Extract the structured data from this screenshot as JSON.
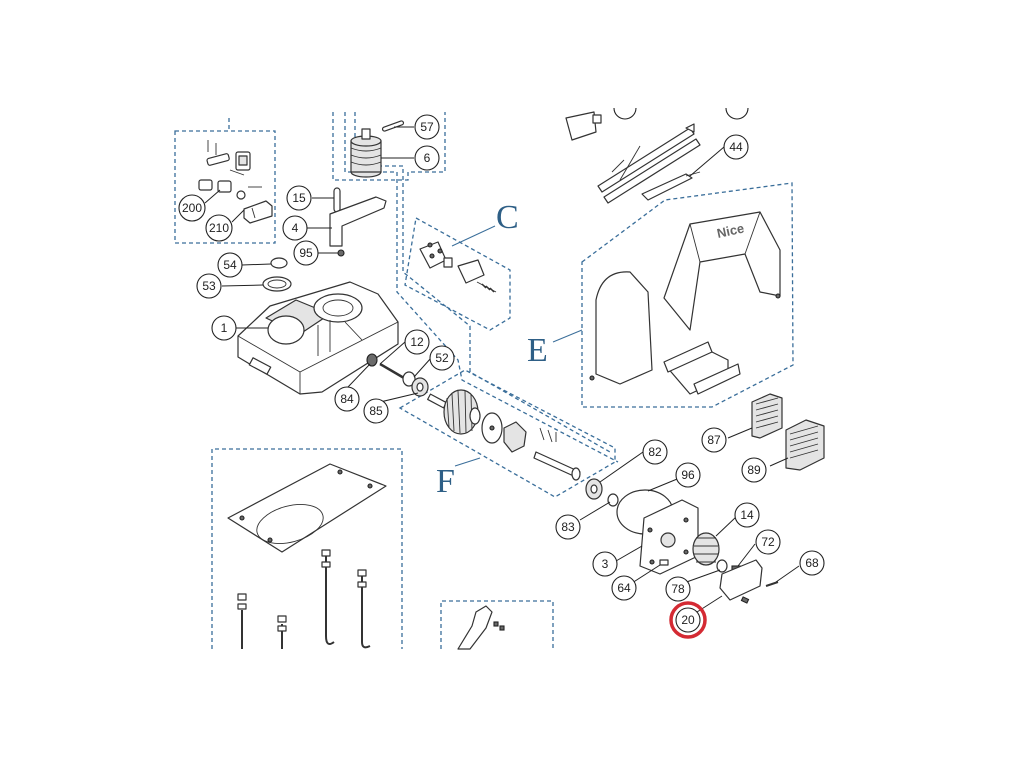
{
  "callouts": {
    "c57": "57",
    "c6": "6",
    "c15": "15",
    "c4": "4",
    "c95": "95",
    "c200": "200",
    "c210": "210",
    "c54": "54",
    "c53": "53",
    "c1": "1",
    "c12": "12",
    "c52": "52",
    "c84": "84",
    "c85": "85",
    "c44": "44",
    "c82": "82",
    "c96": "96",
    "c83": "83",
    "c3": "3",
    "c14": "14",
    "c72": "72",
    "c68": "68",
    "c64": "64",
    "c78": "78",
    "c20": "20",
    "c87": "87",
    "c89": "89"
  },
  "groups": {
    "c": "C",
    "e": "E",
    "f": "F"
  },
  "brand_mark": "Nice",
  "colors": {
    "group_lines": "#3a6e9a",
    "group_letters": "#2e5f86",
    "highlight": "#d42a33"
  },
  "highlighted_callout": "20"
}
